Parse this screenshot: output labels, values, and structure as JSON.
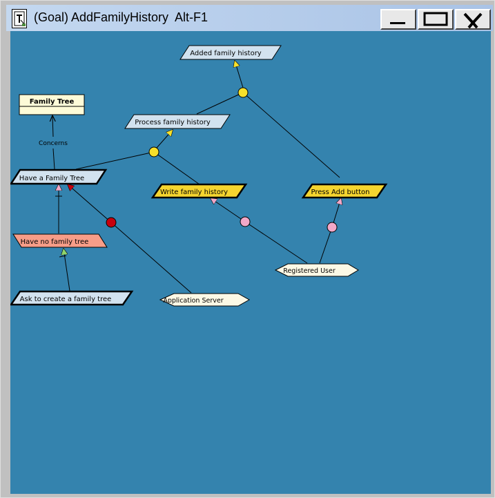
{
  "window": {
    "title": "(Goal) AddFamilyHistory  Alt-F1",
    "icon": "goal-editor-icon"
  },
  "window_controls": {
    "minimize_icon": "minimize-icon",
    "maximize_icon": "maximize-icon",
    "close_icon": "close-icon"
  },
  "colors": {
    "canvas": "#3483ae",
    "goal_fill": "#d2e2ef",
    "task_fill": "#f5d52f",
    "obstacle_fill": "#f79d88",
    "agent_fill": "#fcf9e6",
    "entity_fill": "#fdfbd8",
    "and_refinement": "#f7e02a",
    "responsibility": "#f2a8c8",
    "obstruction": "#c8000e"
  },
  "diagram": {
    "nodes": {
      "added_family_history": {
        "label": "Added family history",
        "kind": "goal"
      },
      "process_family_history": {
        "label": "Process family history",
        "kind": "goal"
      },
      "family_tree": {
        "label": "Family Tree",
        "kind": "entity"
      },
      "have_a_family_tree": {
        "label": "Have a Family Tree",
        "kind": "goal"
      },
      "write_family_history": {
        "label": "Write family history",
        "kind": "requirement"
      },
      "press_add_button": {
        "label": "Press Add button",
        "kind": "requirement"
      },
      "have_no_family_tree": {
        "label": "Have no family tree",
        "kind": "obstacle"
      },
      "ask_to_create_a_family_tree": {
        "label": "Ask to create a family tree",
        "kind": "goal"
      },
      "application_server": {
        "label": "Application Server",
        "kind": "agent"
      },
      "registered_user": {
        "label": "Registered User",
        "kind": "agent"
      }
    },
    "link_labels": {
      "concerns": "Concerns"
    }
  }
}
